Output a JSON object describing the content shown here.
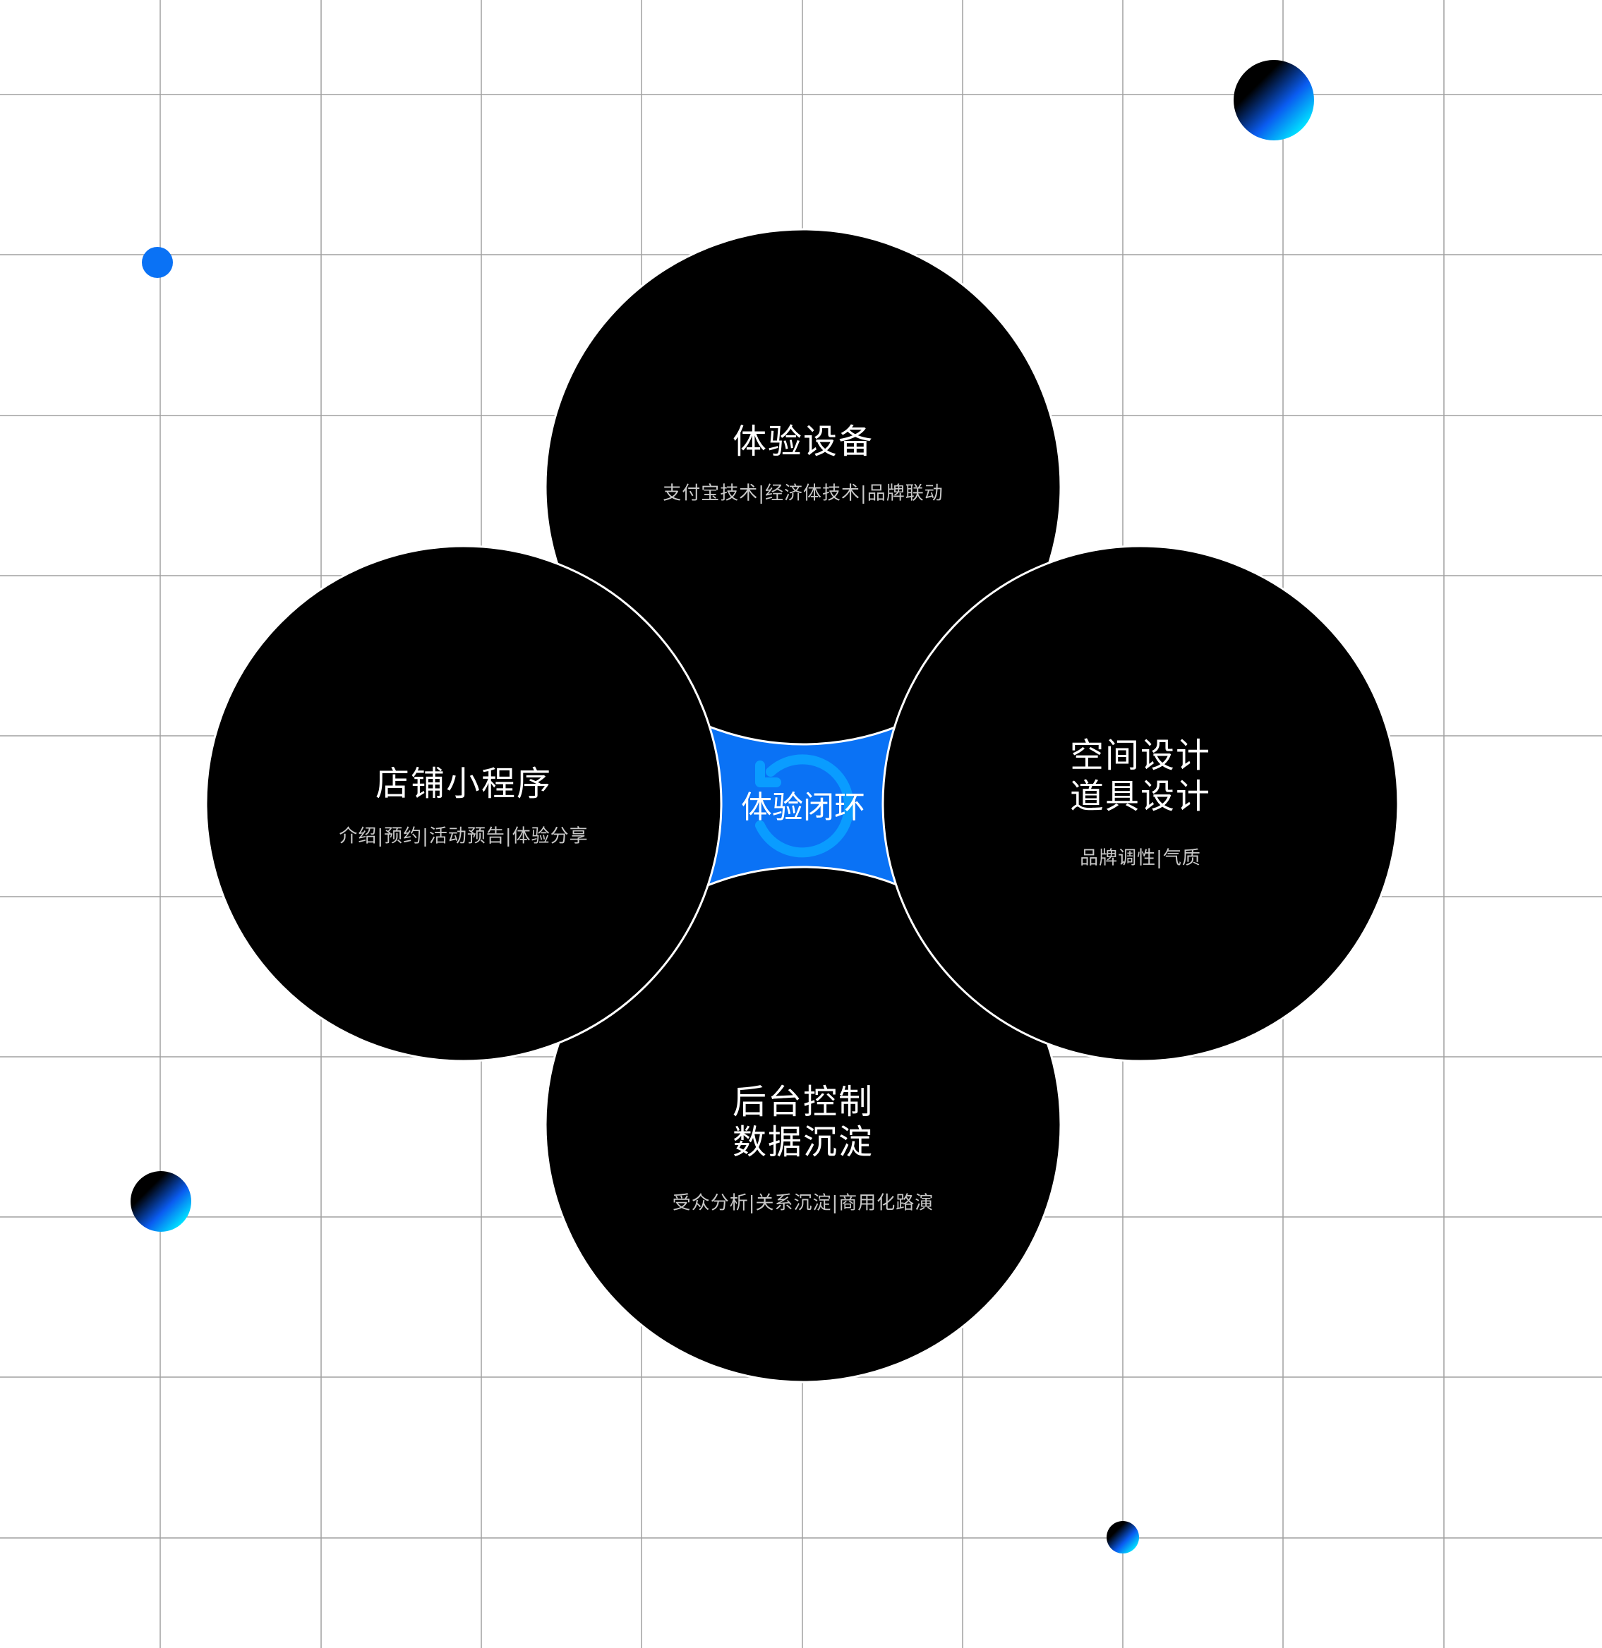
{
  "center": {
    "label": "体验闭环",
    "icon": "refresh-icon",
    "color": "#0a72f5"
  },
  "circles": {
    "top": {
      "title": "体验设备",
      "subtitle": "支付宝技术|经济体技术|品牌联动"
    },
    "left": {
      "title": "店铺小程序",
      "subtitle": "介绍|预约|活动预告|体验分享"
    },
    "right": {
      "title_line1": "空间设计",
      "title_line2": "道具设计",
      "subtitle": "品牌调性|气质"
    },
    "bottom": {
      "title_line1": "后台控制",
      "title_line2": "数据沉淀",
      "subtitle": "受众分析|关系沉淀|商用化路演"
    }
  },
  "colors": {
    "accent": "#0a72f5",
    "circle": "#000000",
    "grid": "#9a9a9a",
    "icon": "#0a9cff"
  }
}
